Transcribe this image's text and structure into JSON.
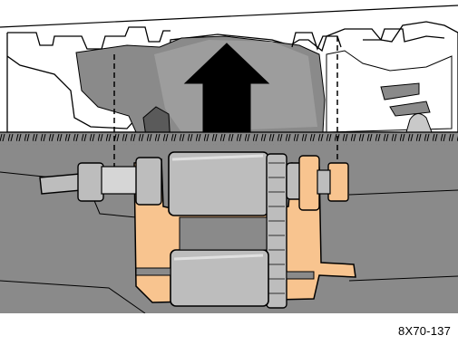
{
  "figure": {
    "code": "8X70-137",
    "colors": {
      "background": "#ffffff",
      "housing_dark": "#8a8a8a",
      "housing_light": "#b9b9b9",
      "roller": "#bdbdbd",
      "bracket": "#f8c48f",
      "arrow": "#000000",
      "outline": "#000000"
    },
    "icons": [
      "up-arrow-icon",
      "feed-roller-assembly",
      "alignment-guide-line"
    ]
  }
}
